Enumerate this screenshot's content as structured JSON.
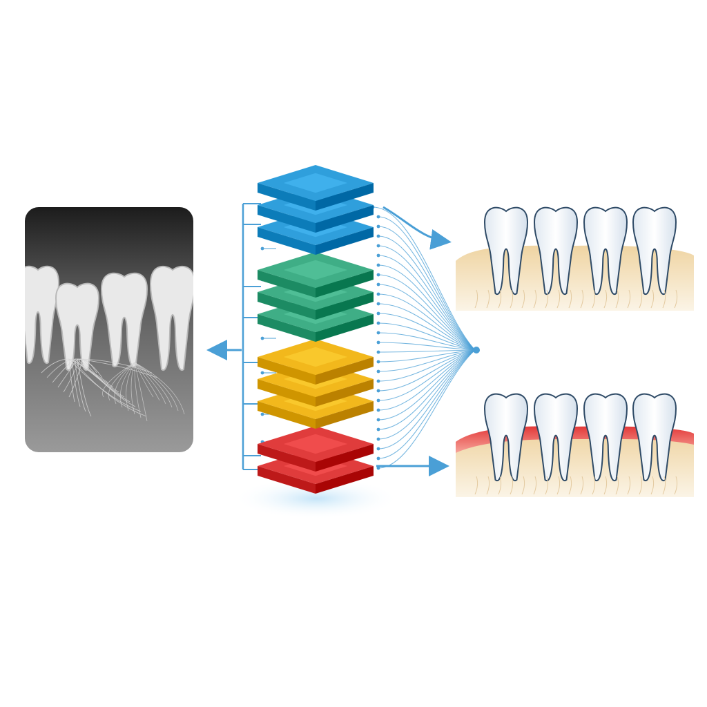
{
  "diagram": {
    "kind": "layered-network-figure",
    "colors": {
      "background": "#ffffff",
      "connector": "#4a9fd6",
      "layer_blue": "#2f9fdc",
      "layer_green": "#3fae86",
      "layer_yellow": "#f2b81c",
      "layer_red": "#e03c3c",
      "gum_healthy": "#f0d9ac",
      "gum_inflamed": "#e84545",
      "tooth": "#f7fbff",
      "xray_dark": "#2a2a2a",
      "xray_light": "#c8c8c8"
    },
    "layers": [
      {
        "name": "blue",
        "count": 3,
        "color": "#2f9fdc"
      },
      {
        "name": "green",
        "count": 3,
        "color": "#3fae86"
      },
      {
        "name": "yellow",
        "count": 3,
        "color": "#f2b81c"
      },
      {
        "name": "red",
        "count": 2,
        "color": "#e03c3c"
      }
    ],
    "panels": {
      "input": {
        "name": "dental-xray",
        "teeth": 4
      },
      "output_top": {
        "name": "healthy-teeth",
        "teeth": 4
      },
      "output_bottom": {
        "name": "inflamed-gum-teeth",
        "teeth": 4
      }
    },
    "icons": [
      "arrow-left-icon",
      "arrow-right-icon",
      "arrow-right-icon"
    ]
  }
}
